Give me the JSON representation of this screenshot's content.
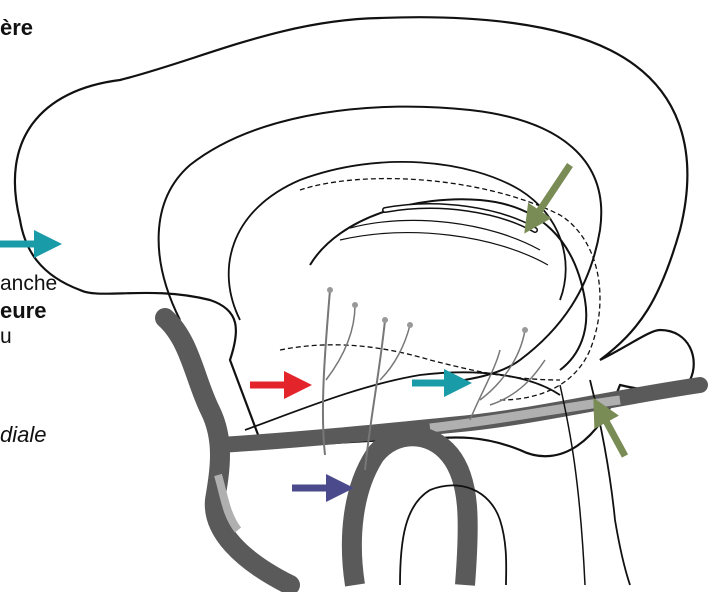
{
  "labels": {
    "top_fragment": "ère",
    "mid_fragment_1": "anche",
    "mid_fragment_2": "eure",
    "mid_fragment_3": "u",
    "bottom_fragment": "diale"
  },
  "arrows": [
    {
      "name": "cyan-arrow-left",
      "color": "#1a9ca8"
    },
    {
      "name": "red-arrow",
      "color": "#e3242b"
    },
    {
      "name": "cyan-arrow-center",
      "color": "#1a9ca8"
    },
    {
      "name": "olive-arrow-top",
      "color": "#7a8c55"
    },
    {
      "name": "olive-arrow-bottom",
      "color": "#7a8c55"
    },
    {
      "name": "navy-arrow",
      "color": "#4a4a8c"
    }
  ],
  "colors": {
    "outline": "#111111",
    "vessel": "#5a5a5a",
    "vessel_light": "#b0b0b0"
  }
}
